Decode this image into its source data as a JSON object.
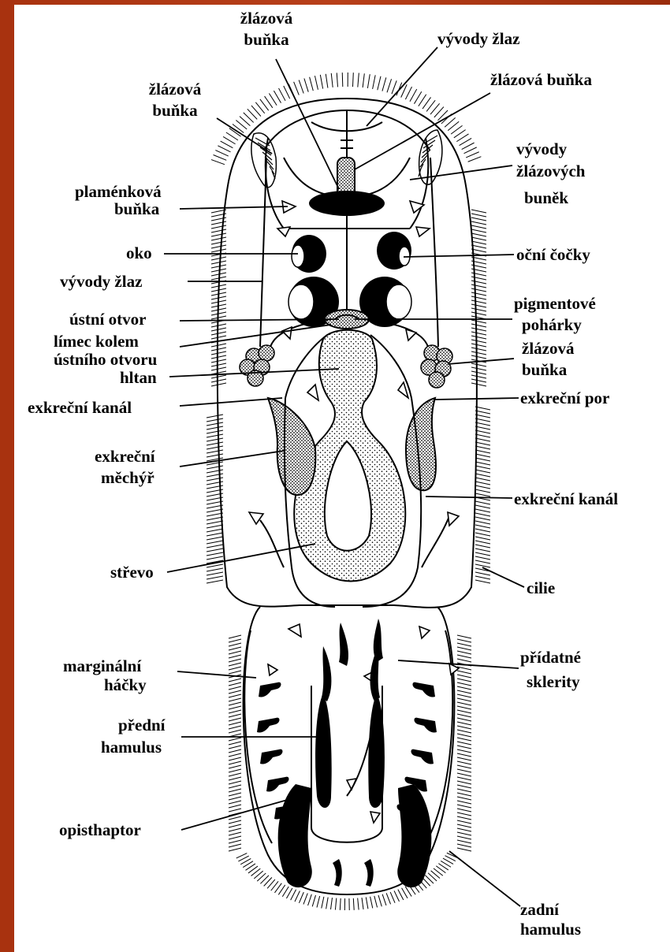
{
  "labels": {
    "zlazova_bunka_top": [
      "žlázová",
      "buňka"
    ],
    "vyvody_zlaz_top": "vývody žlaz",
    "zlazova_bunka_left": [
      "žlázová",
      "buňka"
    ],
    "zlazova_bunka_right": "žlázová buňka",
    "vyvody_zlazovych_bunek": [
      "vývody",
      "žlázových",
      "buněk"
    ],
    "plamenkova_bunka": [
      "plaménková",
      "buňka"
    ],
    "oko": "oko",
    "ocni_cocky": "oční čočky",
    "vyvody_zlaz_left": "vývody žlaz",
    "ustni_otvor": "ústní otvor",
    "pigmentove_poharky": [
      "pigmentové",
      "pohárky"
    ],
    "limec": [
      "límec kolem",
      "ústního otvoru"
    ],
    "zlazova_bunka_mid": [
      "žlázová",
      "buňka"
    ],
    "hltan": "hltan",
    "exkrecni_kanal_left": "exkreční kanál",
    "exkrecni_por": "exkreční por",
    "exkrecni_mechyr": [
      "exkreční",
      "měchýř"
    ],
    "exkrecni_kanal_right": "exkreční kanál",
    "strevo": "střevo",
    "cilie": "cilie",
    "marginalni_hacky": [
      "marginální",
      "háčky"
    ],
    "pridatne_sklerity": [
      "přídatné",
      "sklerity"
    ],
    "predni_hamulus": [
      "přední",
      "hamulus"
    ],
    "opisthaptor": "opisthaptor",
    "zadni_hamulus": [
      "zadní",
      "hamulus"
    ]
  },
  "colors": {
    "ink": "#000000",
    "paper": "#ffffff",
    "frame": "#a8320f"
  }
}
